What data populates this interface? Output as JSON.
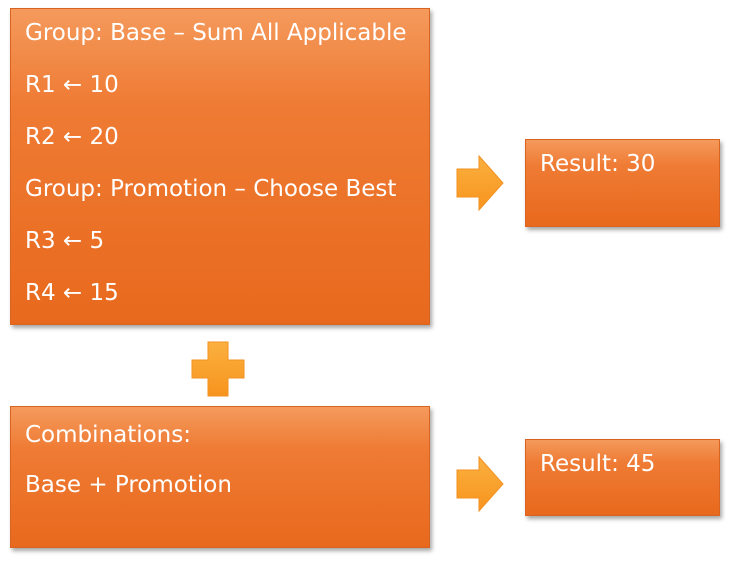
{
  "rules_box": {
    "lines": [
      "Group: Base – Sum All Applicable",
      "R1 ← 10",
      "R2 ← 20",
      "Group: Promotion – Choose Best",
      "R3 ← 5",
      "R4 ← 15"
    ]
  },
  "combinations_box": {
    "lines": [
      "Combinations:",
      "Base + Promotion"
    ]
  },
  "result_top": {
    "label": "Result: 30"
  },
  "result_bottom": {
    "label": "Result: 45"
  },
  "colors": {
    "box_fill": "#ef7b34",
    "arrow_fill": "#f7941d",
    "text": "#ffffff"
  },
  "icons": {
    "arrow": "right-arrow-icon",
    "plus": "plus-icon"
  }
}
